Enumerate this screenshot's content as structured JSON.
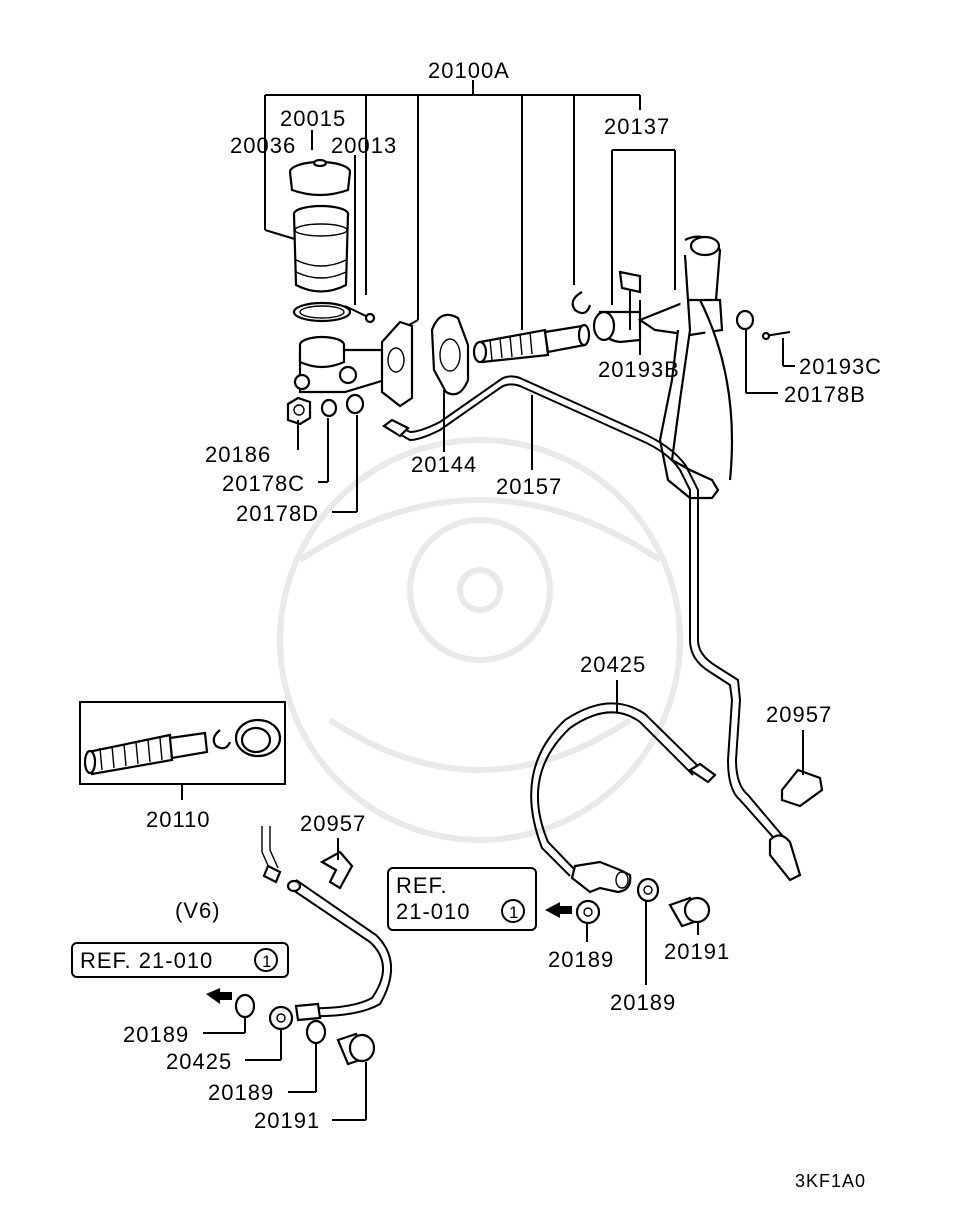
{
  "diagram": {
    "code": "3KF1A0",
    "variant_label": "(V6)",
    "ref_boxes": [
      {
        "line1": "REF.",
        "line2": "21-010",
        "circle": "1"
      },
      {
        "line1": "REF. 21-010",
        "circle": "1"
      }
    ],
    "part_numbers": {
      "assembly": "20100A",
      "p20015": "20015",
      "p20036": "20036",
      "p20013": "20013",
      "p20137": "20137",
      "p20193C": "20193C",
      "p20193B": "20193B",
      "p20178B": "20178B",
      "p20186": "20186",
      "p20178C": "20178C",
      "p20178D": "20178D",
      "p20144": "20144",
      "p20157": "20157",
      "p20425_a": "20425",
      "p20957_a": "20957",
      "p20110": "20110",
      "p20957_b": "20957",
      "p20189_a": "20189",
      "p20191_a": "20191",
      "p20189_b": "20189",
      "p20189_c": "20189",
      "p20425_b": "20425",
      "p20189_d": "20189",
      "p20191_b": "20191"
    }
  }
}
